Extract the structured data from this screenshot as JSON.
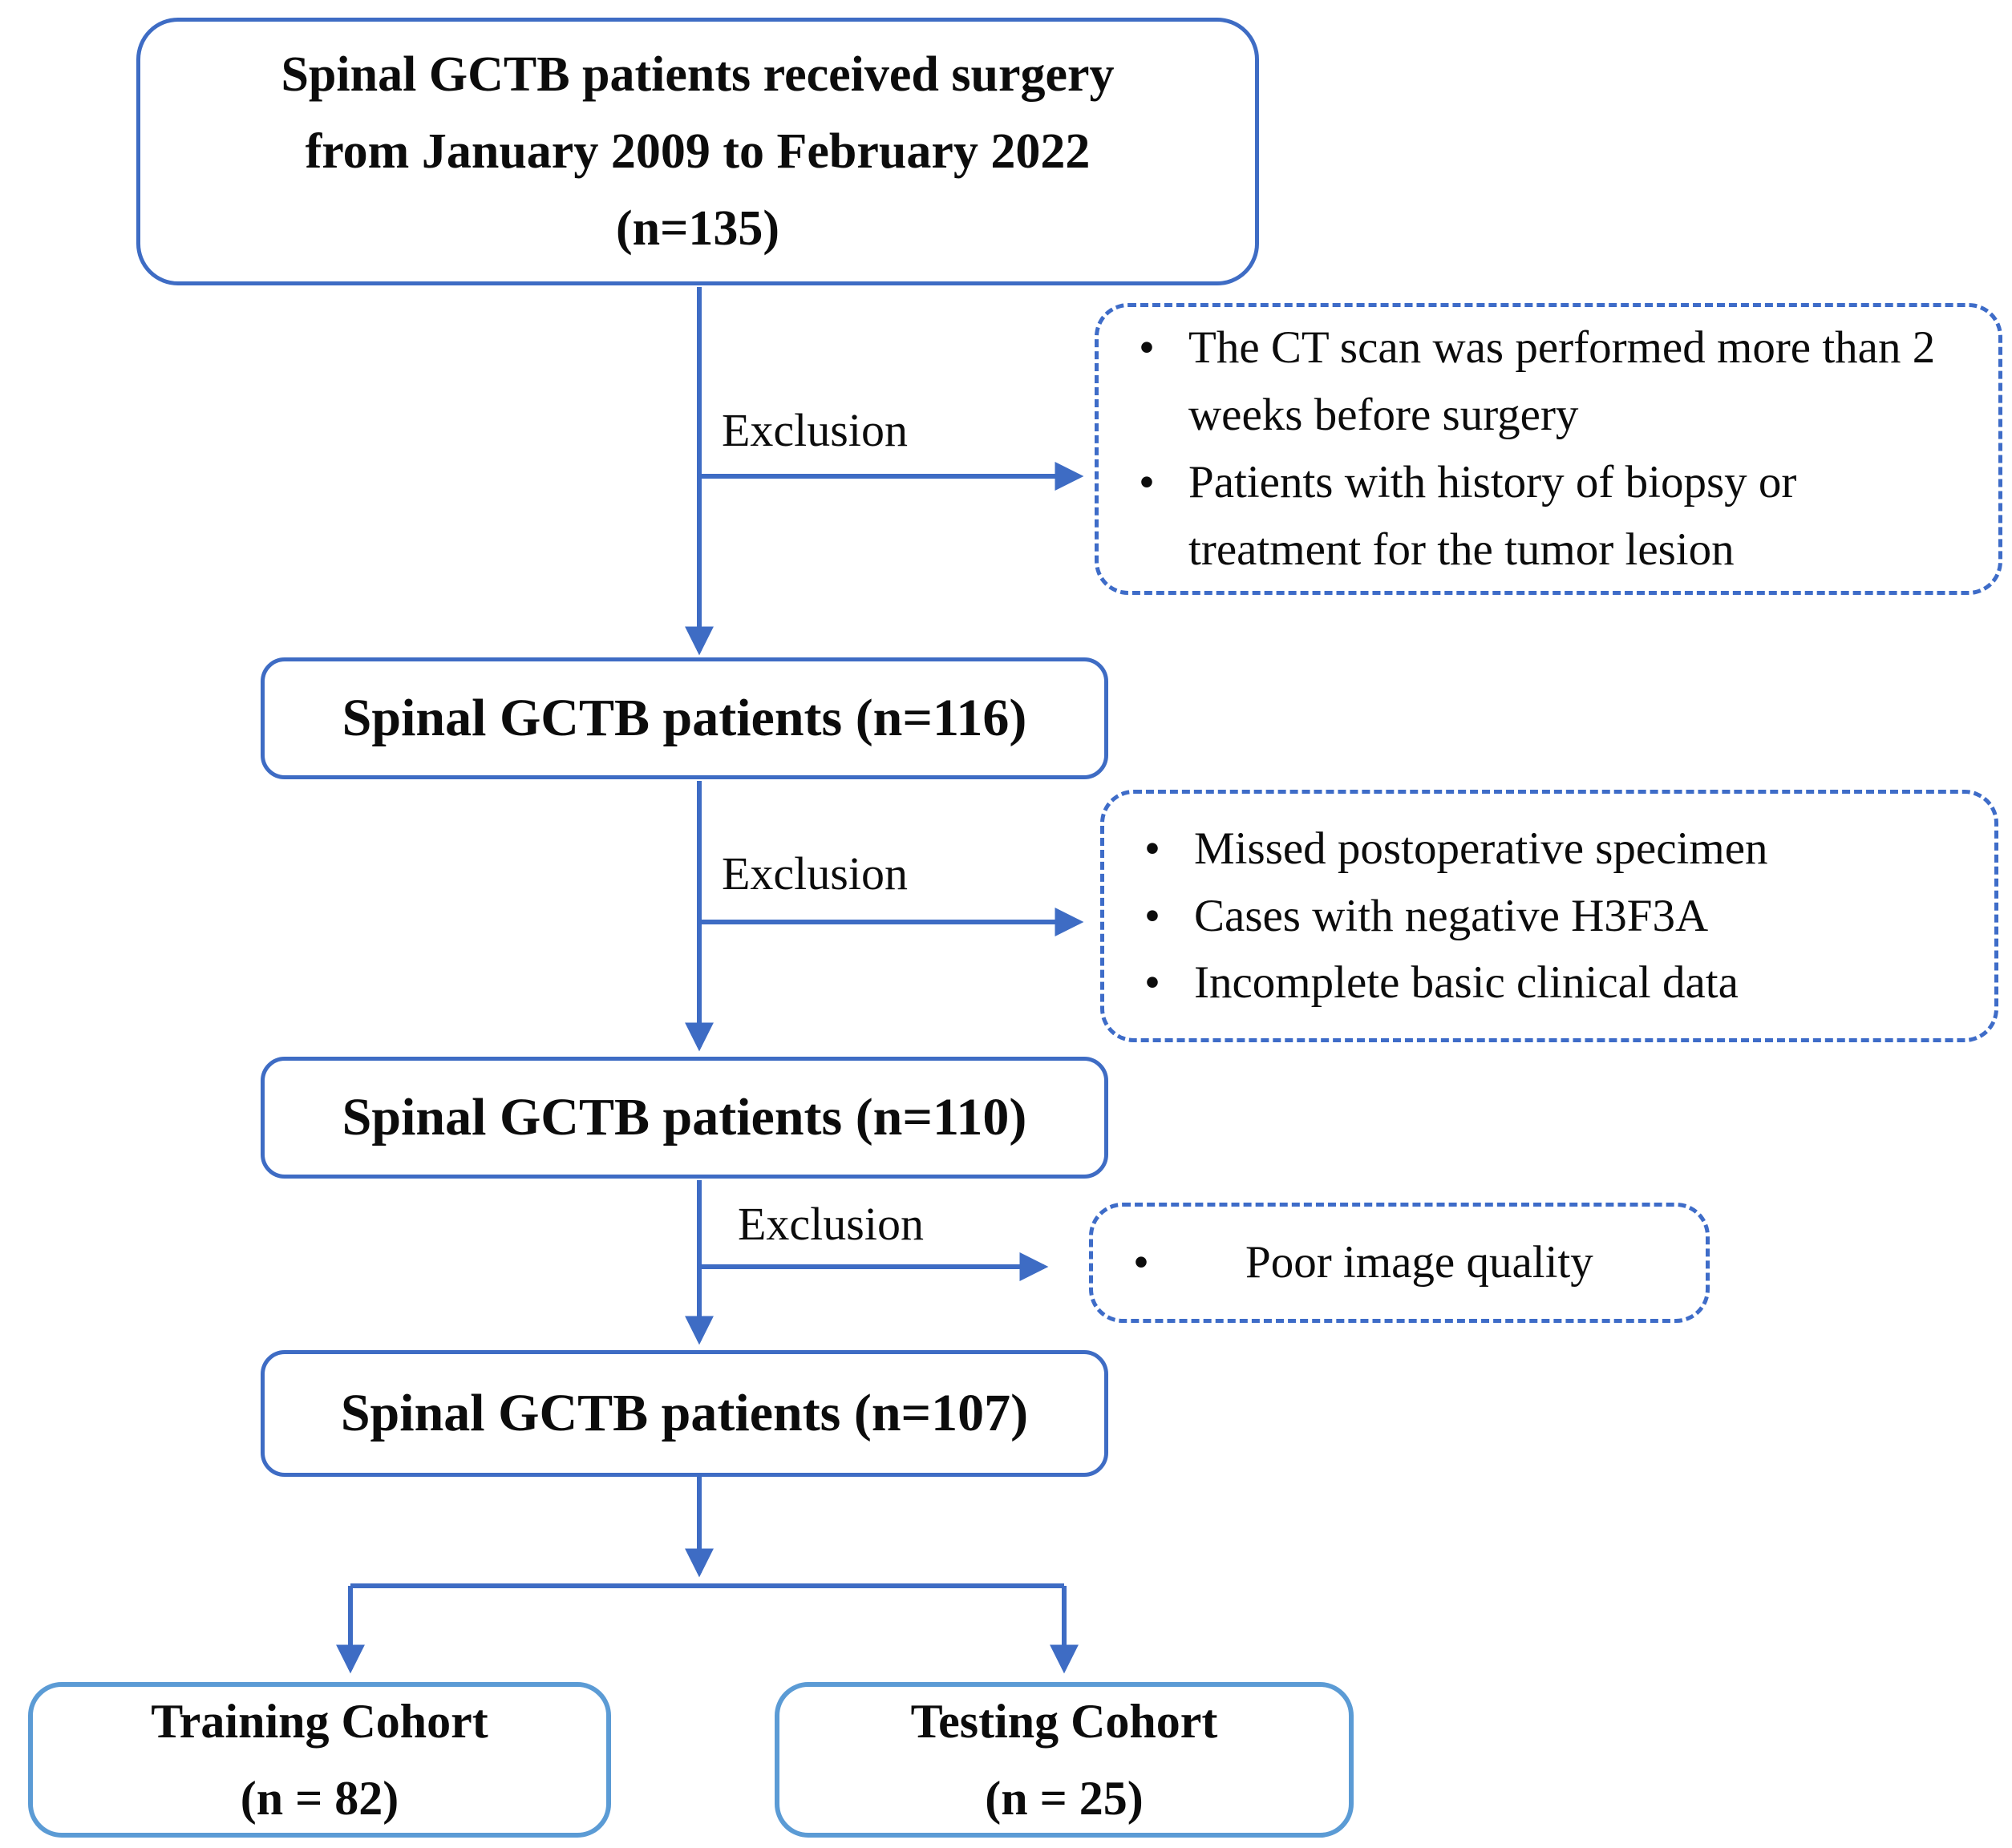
{
  "colors": {
    "connector_blue": "#3E6CC4",
    "node_border_blue": "#3E6CC4",
    "exclusion_border_blue": "#3E6CC8",
    "cohort_border_blue": "#5B9BD5",
    "text_black": "#0C0C0C",
    "background": "#FFFFFF"
  },
  "bullet_glyph": "•",
  "nodes": {
    "start": {
      "lines": [
        "Spinal GCTB patients received surgery",
        "from January 2009 to February 2022",
        "(n=135)"
      ]
    },
    "n116": {
      "label": "Spinal GCTB patients (n=116)"
    },
    "n110": {
      "label": "Spinal GCTB patients (n=110)"
    },
    "n107": {
      "label": "Spinal GCTB patients (n=107)"
    },
    "training": {
      "lines": [
        "Training Cohort",
        "(n = 82)"
      ]
    },
    "testing": {
      "lines": [
        "Testing Cohort",
        "(n = 25)"
      ]
    }
  },
  "exclusion_labels": [
    "Exclusion",
    "Exclusion",
    "Exclusion"
  ],
  "exclusions": [
    {
      "items": [
        "The CT scan was performed more than 2 weeks before surgery",
        "Patients with history of biopsy or treatment for the tumor lesion"
      ]
    },
    {
      "items": [
        "Missed postoperative specimen",
        "Cases with negative H3F3A",
        "Incomplete basic clinical data"
      ]
    },
    {
      "items": [
        "Poor image quality"
      ]
    }
  ]
}
